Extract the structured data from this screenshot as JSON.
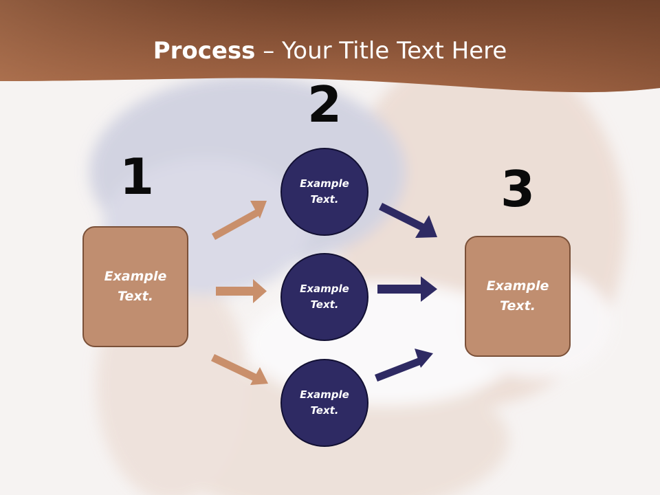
{
  "title": {
    "bold": "Process",
    "rest": " – Your Title Text Here"
  },
  "steps": {
    "one": {
      "number": "1",
      "text_line1": "Example",
      "text_line2": "Text."
    },
    "two": {
      "number": "2"
    },
    "three": {
      "number": "3",
      "text_line1": "Example",
      "text_line2": "Text."
    }
  },
  "circles": [
    {
      "line1": "Example",
      "line2": "Text."
    },
    {
      "line1": "Example",
      "line2": "Text."
    },
    {
      "line1": "Example",
      "line2": "Text."
    }
  ],
  "colors": {
    "header_band": "#8a5236",
    "box_fill": "#c08e70",
    "circle_fill": "#2e2a63",
    "arrow_left": "#c98f6b",
    "arrow_right": "#2e2a63"
  }
}
